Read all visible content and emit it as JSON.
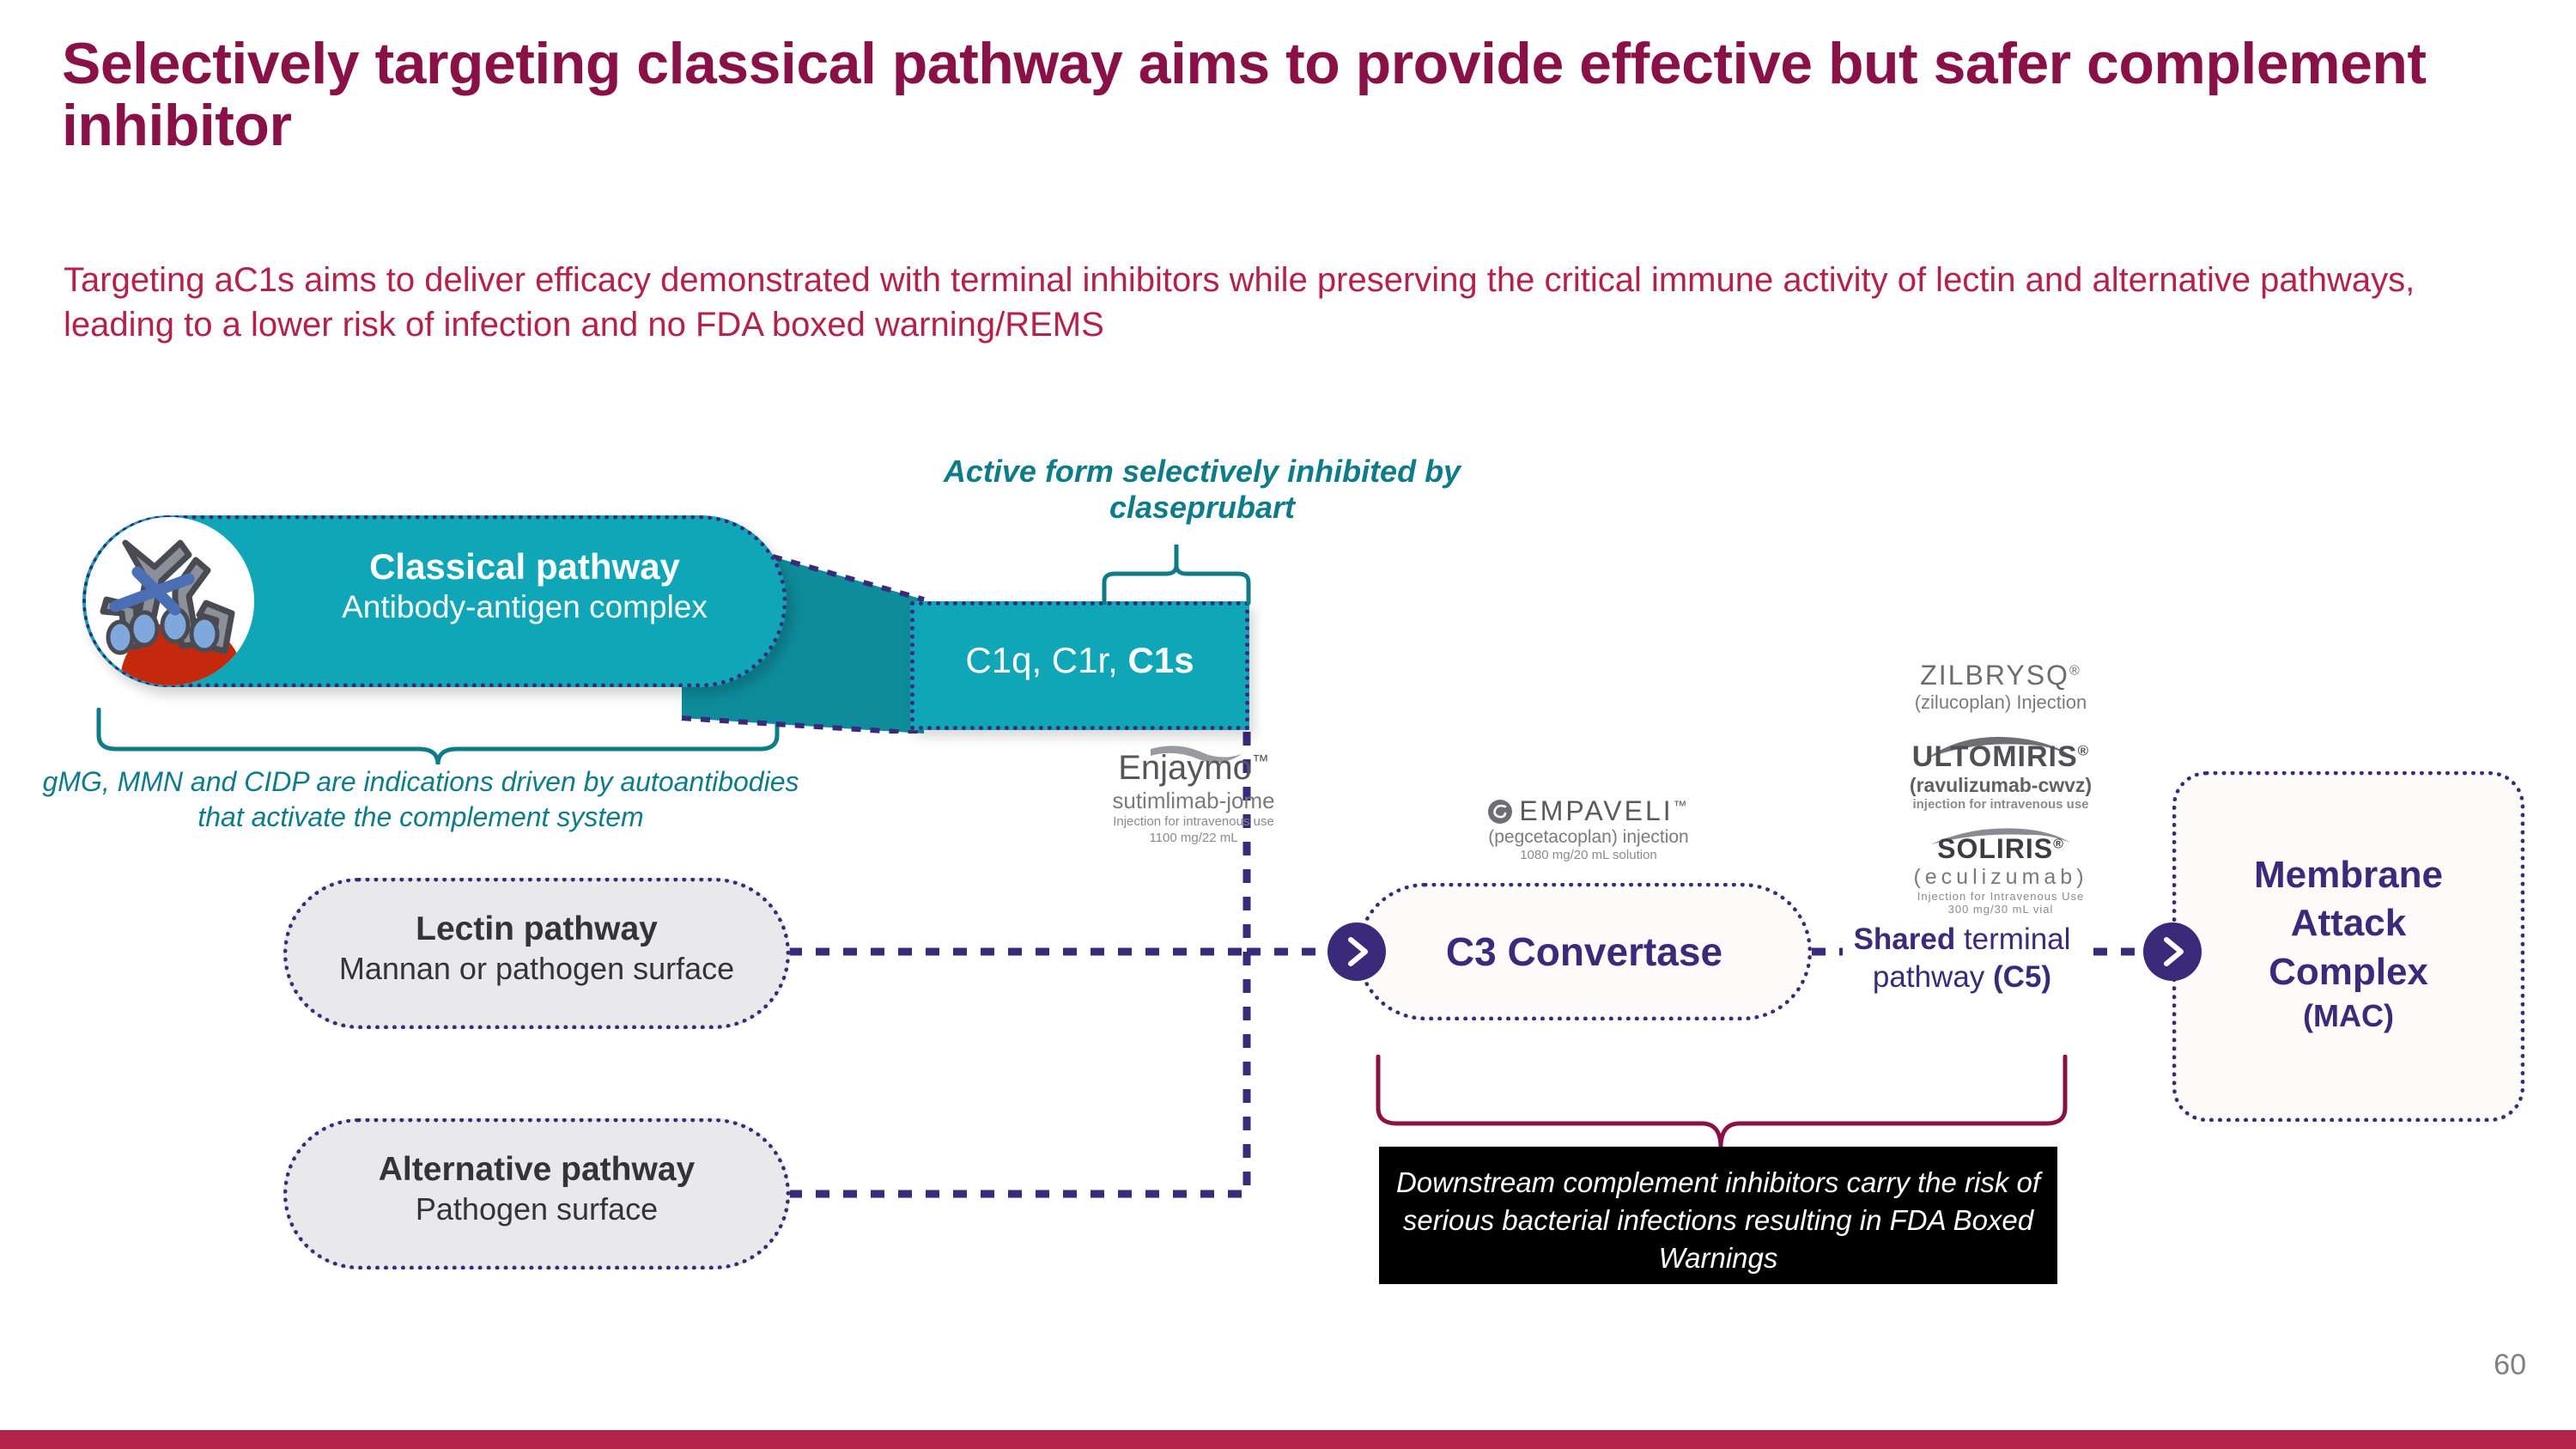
{
  "slide": {
    "title": "Selectively targeting classical pathway aims to provide effective but safer complement inhibitor",
    "subtitle": "Targeting aC1s aims to deliver efficacy demonstrated with terminal inhibitors while preserving the critical immune activity of lectin and alternative pathways, leading to a lower risk of infection and no FDA boxed warning/REMS",
    "page_number": "60"
  },
  "colors": {
    "title": "#8A1148",
    "subtitle": "#B42249",
    "teal": "#0FA6B7",
    "teal_dark": "#0E7C88",
    "purple": "#3B2A7A",
    "grey_fill": "#E9E9EB",
    "accent_bar": "#B42249",
    "warning_bg": "#000000"
  },
  "diagram": {
    "classical_pathway": {
      "title": "Classical pathway",
      "subtitle": "Antibody-antigen complex",
      "icon": "antibody-antigen-complex-icon"
    },
    "classical_note": "gMG, MMN and CIDP are indications driven by autoantibodies that activate the complement system",
    "active_form_note": "Active form selectively inhibited by claseprubart",
    "c1_box": {
      "prefix": "C1q, C1r, ",
      "bold": "C1s"
    },
    "lectin_pathway": {
      "title": "Lectin pathway",
      "subtitle": "Mannan or pathogen surface"
    },
    "alternative_pathway": {
      "title": "Alternative pathway",
      "subtitle": "Pathogen surface"
    },
    "c3_convertase": {
      "label": "C3 Convertase"
    },
    "shared_terminal": {
      "bold1": "Shared",
      "normal1": " terminal",
      "normal2": "pathway ",
      "bold2": "(C5)"
    },
    "mac": {
      "line1": "Membrane",
      "line2": "Attack",
      "line3": "Complex",
      "line4": "(MAC)"
    },
    "warning": "Downstream complement inhibitors carry the risk of serious bacterial infections resulting in FDA Boxed Warnings"
  },
  "logos": {
    "enjaymo": {
      "brand": "Enjaymo",
      "tm": "™",
      "generic": "sutimlimab-jome",
      "route": "Injection for intravenous use",
      "dose": "1100 mg/22 mL"
    },
    "empaveli": {
      "brand": "EMPAVELI",
      "tm": "™",
      "generic": "(pegcetacoplan) injection",
      "dose": "1080 mg/20 mL solution"
    },
    "zilbrysq": {
      "brand": "ZILBRYSQ",
      "tm": "®",
      "generic": "(zilucoplan) Injection"
    },
    "ultomiris": {
      "brand": "ULTOMIRIS",
      "tm": "®",
      "generic": "(ravulizumab-cwvz)",
      "route": "injection for intravenous use"
    },
    "soliris": {
      "brand": "SOLIRIS",
      "tm": "®",
      "generic": "(eculizumab)",
      "route": "Injection for Intravenous Use",
      "dose": "300 mg/30 mL vial"
    }
  }
}
